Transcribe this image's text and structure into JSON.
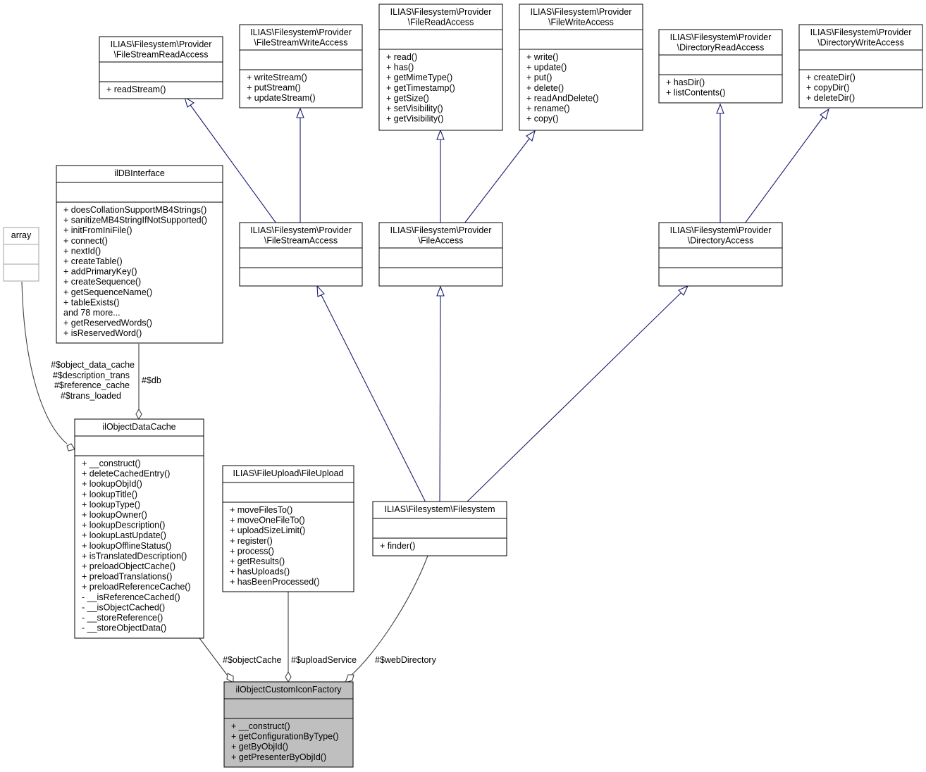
{
  "classes": {
    "fileStreamReadAccess": {
      "title": [
        "ILIAS\\Filesystem\\Provider",
        "\\FileStreamReadAccess"
      ],
      "attributes": [],
      "methods": [
        "+ readStream()"
      ]
    },
    "fileStreamWriteAccess": {
      "title": [
        "ILIAS\\Filesystem\\Provider",
        "\\FileStreamWriteAccess"
      ],
      "attributes": [],
      "methods": [
        "+ writeStream()",
        "+ putStream()",
        "+ updateStream()"
      ]
    },
    "fileReadAccess": {
      "title": [
        "ILIAS\\Filesystem\\Provider",
        "\\FileReadAccess"
      ],
      "attributes": [],
      "methods": [
        "+ read()",
        "+ has()",
        "+ getMimeType()",
        "+ getTimestamp()",
        "+ getSize()",
        "+ setVisibility()",
        "+ getVisibility()"
      ]
    },
    "fileWriteAccess": {
      "title": [
        "ILIAS\\Filesystem\\Provider",
        "\\FileWriteAccess"
      ],
      "attributes": [],
      "methods": [
        "+ write()",
        "+ update()",
        "+ put()",
        "+ delete()",
        "+ readAndDelete()",
        "+ rename()",
        "+ copy()"
      ]
    },
    "directoryReadAccess": {
      "title": [
        "ILIAS\\Filesystem\\Provider",
        "\\DirectoryReadAccess"
      ],
      "attributes": [],
      "methods": [
        "+ hasDir()",
        "+ listContents()"
      ]
    },
    "directoryWriteAccess": {
      "title": [
        "ILIAS\\Filesystem\\Provider",
        "\\DirectoryWriteAccess"
      ],
      "attributes": [],
      "methods": [
        "+ createDir()",
        "+ copyDir()",
        "+ deleteDir()"
      ]
    },
    "ilDBInterface": {
      "title": [
        "ilDBInterface"
      ],
      "attributes": [],
      "methods": [
        "+ doesCollationSupportMB4Strings()",
        "+ sanitizeMB4StringIfNotSupported()",
        "+ initFromIniFile()",
        "+ connect()",
        "+ nextId()",
        "+ createTable()",
        "+ addPrimaryKey()",
        "+ createSequence()",
        "+ getSequenceName()",
        "+ tableExists()",
        "and 78 more...",
        "+ getReservedWords()",
        "+ isReservedWord()"
      ]
    },
    "array": {
      "title": [
        "array"
      ],
      "attributes": [],
      "methods": []
    },
    "fileStreamAccess": {
      "title": [
        "ILIAS\\Filesystem\\Provider",
        "\\FileStreamAccess"
      ],
      "attributes": [],
      "methods": []
    },
    "fileAccess": {
      "title": [
        "ILIAS\\Filesystem\\Provider",
        "\\FileAccess"
      ],
      "attributes": [],
      "methods": []
    },
    "directoryAccess": {
      "title": [
        "ILIAS\\Filesystem\\Provider",
        "\\DirectoryAccess"
      ],
      "attributes": [],
      "methods": []
    },
    "ilObjectDataCache": {
      "title": [
        "ilObjectDataCache"
      ],
      "attributes": [],
      "methods": [
        "+ __construct()",
        "+ deleteCachedEntry()",
        "+ lookupObjId()",
        "+ lookupTitle()",
        "+ lookupType()",
        "+ lookupOwner()",
        "+ lookupDescription()",
        "+ lookupLastUpdate()",
        "+ lookupOfflineStatus()",
        "+ isTranslatedDescription()",
        "+ preloadObjectCache()",
        "+ preloadTranslations()",
        "+ preloadReferenceCache()",
        "- __isReferenceCached()",
        "- __isObjectCached()",
        "- __storeReference()",
        "- __storeObjectData()"
      ]
    },
    "fileUpload": {
      "title": [
        "ILIAS\\FileUpload\\FileUpload"
      ],
      "attributes": [],
      "methods": [
        "+ moveFilesTo()",
        "+ moveOneFileTo()",
        "+ uploadSizeLimit()",
        "+ register()",
        "+ process()",
        "+ getResults()",
        "+ hasUploads()",
        "+ hasBeenProcessed()"
      ]
    },
    "filesystem": {
      "title": [
        "ILIAS\\Filesystem\\Filesystem"
      ],
      "attributes": [],
      "methods": [
        "+ finder()"
      ]
    },
    "ilObjectCustomIconFactory": {
      "title": [
        "ilObjectCustomIconFactory"
      ],
      "attributes": [],
      "methods": [
        "+ __construct()",
        "+ getConfigurationByType()",
        "+ getByObjId()",
        "+ getPresenterByObjId()"
      ]
    }
  },
  "edge_labels": {
    "dataCacheMembers": [
      "#$object_data_cache",
      "#$description_trans",
      "#$reference_cache",
      "#$trans_loaded"
    ],
    "db": "#$db",
    "objectCache": "#$objectCache",
    "uploadService": "#$uploadService",
    "webDirectory": "#$webDirectory"
  },
  "colors": {
    "inheritance": "#191970",
    "aggregation": "#404040",
    "highlight": "#bfbfbf",
    "external": "#a0a0a0"
  }
}
